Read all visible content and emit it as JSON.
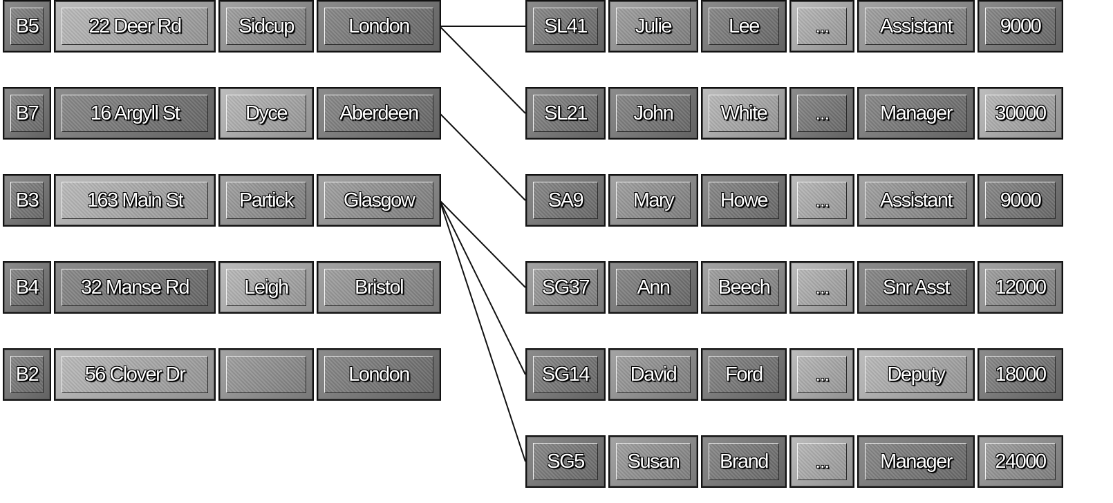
{
  "branches": [
    {
      "branchNo": "B5",
      "street": "22 Deer Rd",
      "area": "Sidcup",
      "city": "London"
    },
    {
      "branchNo": "B7",
      "street": "16 Argyll St",
      "area": "Dyce",
      "city": "Aberdeen"
    },
    {
      "branchNo": "B3",
      "street": "163 Main St",
      "area": "Partick",
      "city": "Glasgow"
    },
    {
      "branchNo": "B4",
      "street": "32 Manse Rd",
      "area": "Leigh",
      "city": "Bristol"
    },
    {
      "branchNo": "B2",
      "street": "56 Clover Dr",
      "area": "",
      "city": "London"
    }
  ],
  "staff": [
    {
      "staffNo": "SL41",
      "fName": "Julie",
      "lName": "Lee",
      "more": "...",
      "position": "Assistant",
      "salary": "9000"
    },
    {
      "staffNo": "SL21",
      "fName": "John",
      "lName": "White",
      "more": "...",
      "position": "Manager",
      "salary": "30000"
    },
    {
      "staffNo": "SA9",
      "fName": "Mary",
      "lName": "Howe",
      "more": "...",
      "position": "Assistant",
      "salary": "9000"
    },
    {
      "staffNo": "SG37",
      "fName": "Ann",
      "lName": "Beech",
      "more": "...",
      "position": "Snr Asst",
      "salary": "12000"
    },
    {
      "staffNo": "SG14",
      "fName": "David",
      "lName": "Ford",
      "more": "...",
      "position": "Deputy",
      "salary": "18000"
    },
    {
      "staffNo": "SG5",
      "fName": "Susan",
      "lName": "Brand",
      "more": "...",
      "position": "Manager",
      "salary": "24000"
    }
  ],
  "links": [
    {
      "from": 0,
      "to": 0
    },
    {
      "from": 0,
      "to": 1
    },
    {
      "from": 1,
      "to": 2
    },
    {
      "from": 2,
      "to": 3
    },
    {
      "from": 2,
      "to": 4
    },
    {
      "from": 2,
      "to": 5
    }
  ]
}
